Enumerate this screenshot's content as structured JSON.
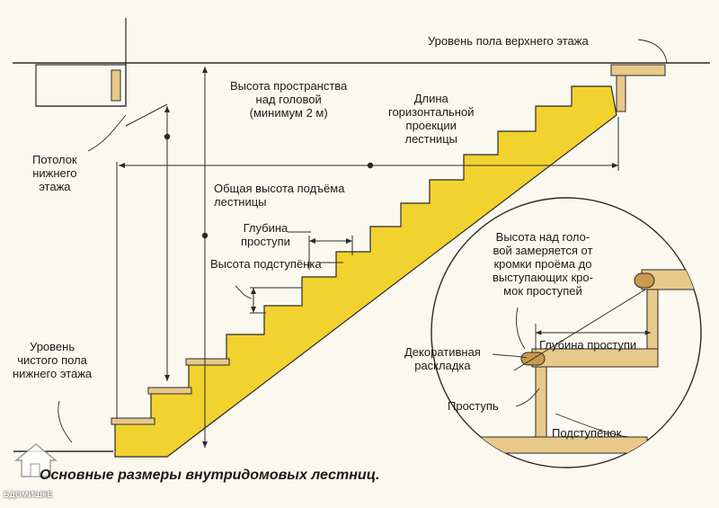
{
  "labels": {
    "upper_floor": "Уровень пола верхнего этажа",
    "headroom": "Высота пространства\nнад головой\n(минимум 2 м)",
    "horizontal_length": "Длина\nгоризонтальной\nпроекции\nлестницы",
    "ceiling": "Потолок\nнижнего\nэтажа",
    "total_rise": "Общая высота подъёма\nлестницы",
    "tread_depth": "Глубина\nпроступи",
    "riser_height": "Высота подступёнка",
    "lower_floor": "Уровень\nчистого пола\nнижнего этажа"
  },
  "detail": {
    "note": "Высота над голо-\nвой замеряется от\nкромки проёма до\nвыступающих кро-\nмок проступей",
    "tread_depth": "Глубина проступи",
    "nosing": "Декоративная\nраскладка",
    "tread": "Проступь",
    "riser": "Подступёнок"
  },
  "caption": "Основные размеры внутридомовых лестниц.",
  "watermark": "БДОМИШКЕ",
  "colors": {
    "stringer": "#f2d22e",
    "wood": "#e9c98a",
    "wood_dark": "#c89a4e",
    "line": "#2a2a2a"
  }
}
